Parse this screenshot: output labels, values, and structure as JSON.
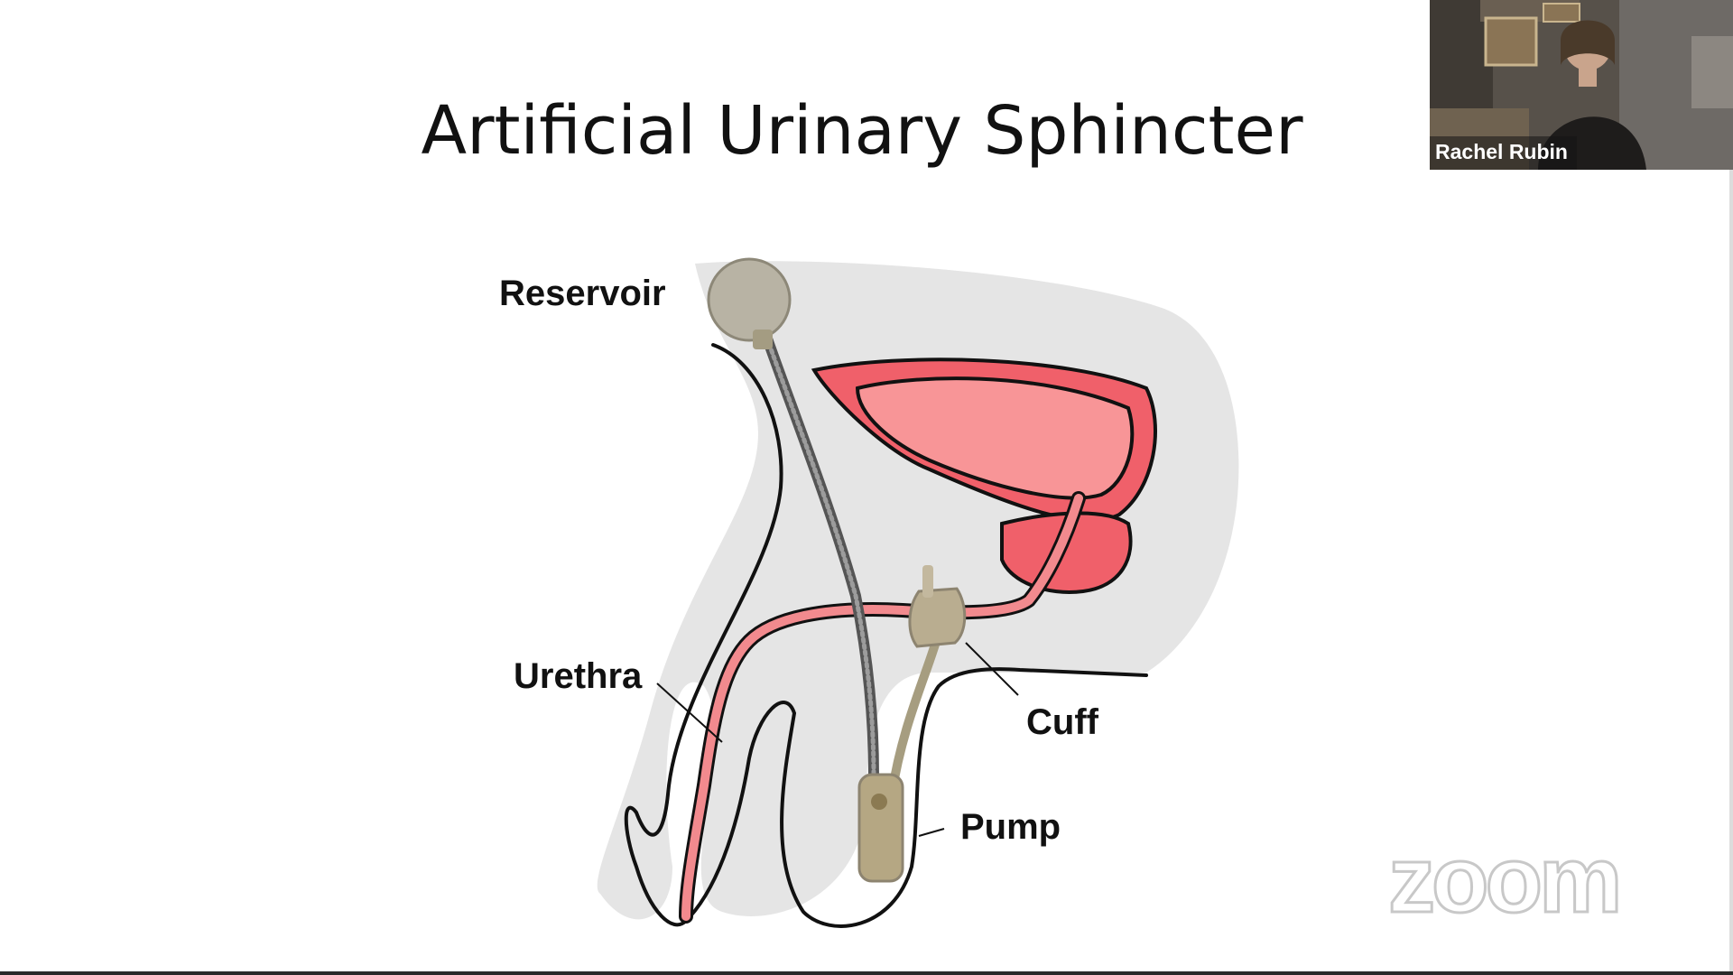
{
  "slide": {
    "title": "Artificial Urinary Sphincter"
  },
  "diagram": {
    "labels": {
      "reservoir": "Reservoir",
      "urethra": "Urethra",
      "cuff": "Cuff",
      "pump": "Pump"
    },
    "colors": {
      "body": "#e4e4e4",
      "bladder_outer": "#f0606a",
      "bladder_inner": "#f79496",
      "urethra": "#f28a8e",
      "device": "#b9ad90",
      "tube": "#666666"
    }
  },
  "participant": {
    "name": "Rachel Rubin"
  },
  "watermark": {
    "text": "zoom"
  }
}
